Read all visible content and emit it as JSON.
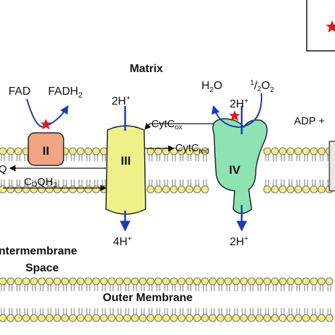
{
  "labels": {
    "matrix": "Matrix",
    "intermembrane": "ntermembrane",
    "space": "Space",
    "outer_membrane": "Outer Membrane",
    "fad": "FAD",
    "fadh2_main": "FADH",
    "fadh2_sub": "2",
    "complex_ii": "II",
    "complex_iii": "III",
    "complex_iv": "IV",
    "h_top_iii": "2H",
    "h_top_iv": "2H",
    "h_bottom_iii": "4H",
    "h_bottom_iv": "2H",
    "proton_sup": "+",
    "cytc": "CytC",
    "cytc_ox_sub": "ox",
    "cytc_red_sub": "red",
    "h2o_main": "H",
    "h2o_sub": "2",
    "h2o_tail": "O",
    "half_sup": "1",
    "half_sub": "2",
    "o2_main": "O",
    "o2_sub": "2",
    "adp": "ADP +",
    "coq_fragment": "Q",
    "coqh2_co": "C",
    "coqh2_sub": "O",
    "coqh2_mid": "QH",
    "coqh2_end": "2"
  },
  "colors": {
    "complex_ii": "#f0a583",
    "complex_iii": "#eef08a",
    "complex_iv": "#8fe3b3",
    "membrane_head": "#f2ec88",
    "arrow_blue": "#1a3cb5",
    "star_red": "#e8141b"
  },
  "icons": [
    "reaction-star-icon"
  ]
}
